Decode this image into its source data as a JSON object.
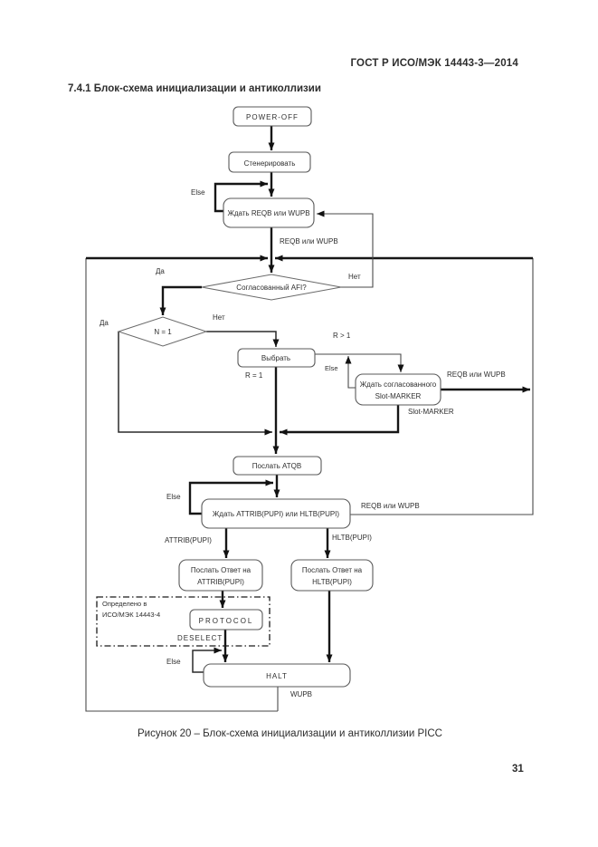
{
  "page": {
    "header": "ГОСТ Р ИСО/МЭК 14443-3—2014",
    "section_title": "7.4.1  Блок-схема инициализации и антиколлизии",
    "caption": "Рисунок 20 – Блок-схема инициализации и антиколлизии PICC",
    "page_number": "31"
  },
  "flowchart": {
    "nodes": {
      "power_off": "POWER-OFF",
      "generate": "Стенерировать",
      "wait_reqb": "Ждать REQB или WUPB",
      "afi_check": "Согласованный AFI?",
      "n_check": "N = 1",
      "select": "Выбрать",
      "wait_slot_1": "Ждать согласованного",
      "wait_slot_2": "Slot-MARKER",
      "send_atqb": "Послать ATQB",
      "wait_attrib": "Ждать ATTRIB(PUPI) или HLTB(PUPI)",
      "send_attrib_1": "Послать Ответ на",
      "send_attrib_2": "ATTRIB(PUPI)",
      "send_hltb_1": "Послать Ответ на",
      "send_hltb_2": "HLTB(PUPI)",
      "protocol": "PROTOCOL",
      "halt": "HALT"
    },
    "labels": {
      "else_idle": "Else",
      "reqb_or_wupb": "REQB или WUPB",
      "yes_afi": "Да",
      "no_afi": "Нет",
      "yes_n": "Да",
      "no_n": "Нет",
      "r_gt_1": "R > 1",
      "r_eq_1": "R = 1",
      "else_slot": "Else",
      "reqb_or_wupb_slot": "REQB или WUPB",
      "slot_marker": "Slot-MARKER",
      "else_attrib": "Else",
      "reqb_or_wupb_attrib": "REQB или WUPB",
      "attrib_pupi": "ATTRIB(PUPI)",
      "hltb_pupi": "HLTB(PUPI)",
      "defined_in_1": "Определено в",
      "defined_in_2": "ИСО/МЭК 14443-4",
      "deselect": "DESELECT",
      "else_halt": "Else",
      "wupb": "WUPB"
    }
  }
}
